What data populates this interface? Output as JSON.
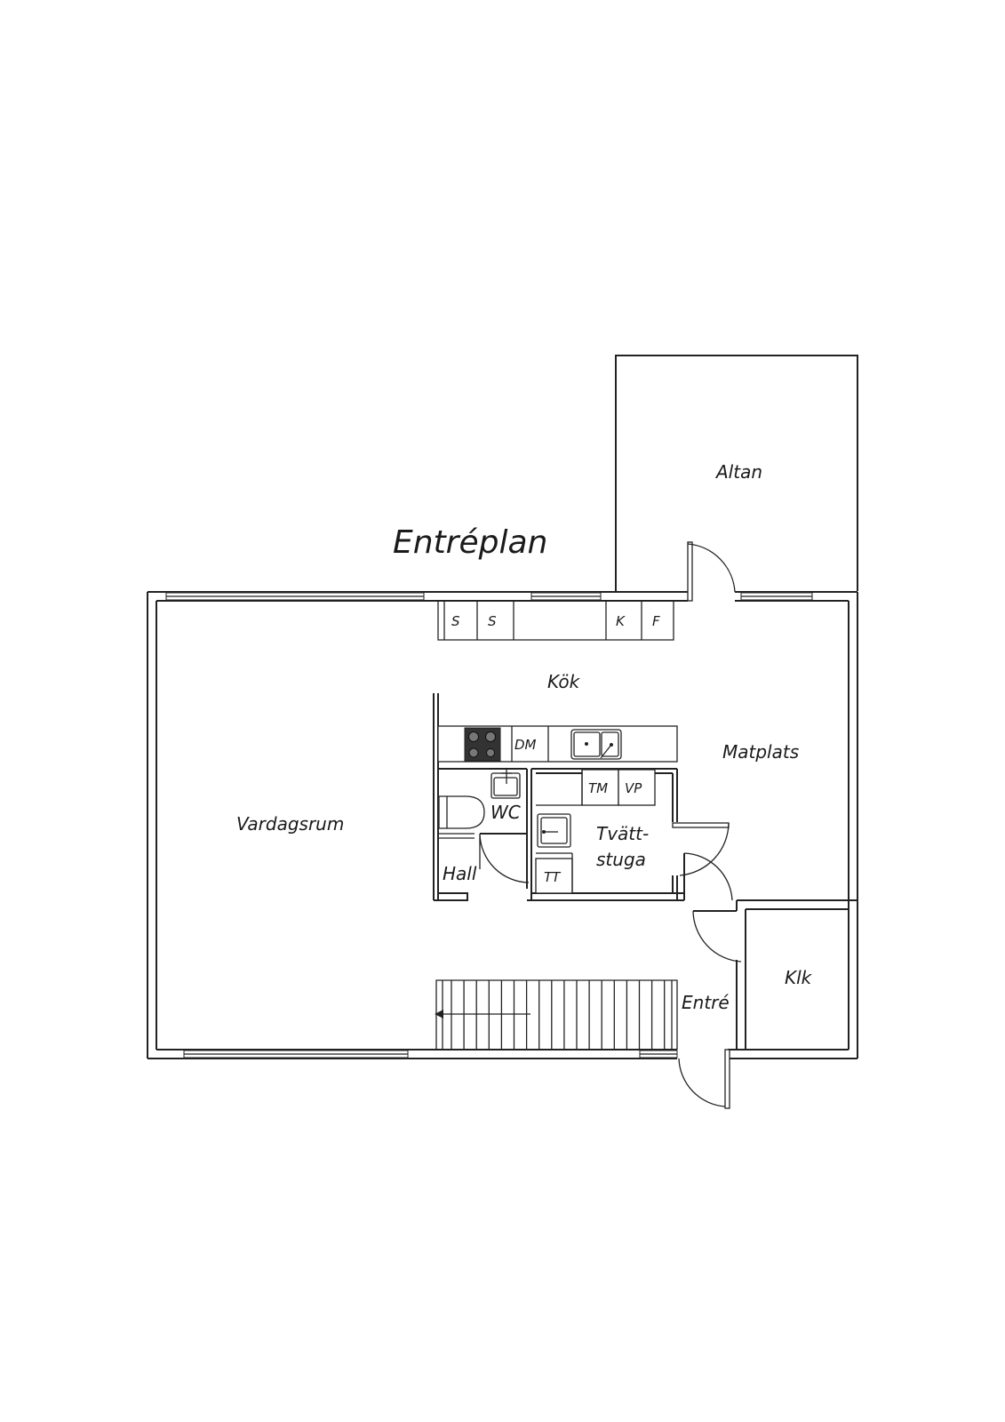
{
  "title": "Entréplan",
  "rooms": {
    "altan": "Altan",
    "kok": "Kök",
    "matplats": "Matplats",
    "vardagsrum": "Vardagsrum",
    "wc": "WC",
    "hall": "Hall",
    "tvattstuga_1": "Tvätt-",
    "tvattstuga_2": "stuga",
    "klk": "Klk",
    "entre": "Entré"
  },
  "fixtures": {
    "s1": "S",
    "s2": "S",
    "k": "K",
    "f": "F",
    "dm": "DM",
    "tm": "TM",
    "vp": "VP",
    "tt": "TT"
  },
  "icons": {
    "stove": "stove-icon",
    "sink": "sink-icon",
    "toilet": "toilet-icon",
    "stair_arrow": "arrow-left-icon"
  }
}
